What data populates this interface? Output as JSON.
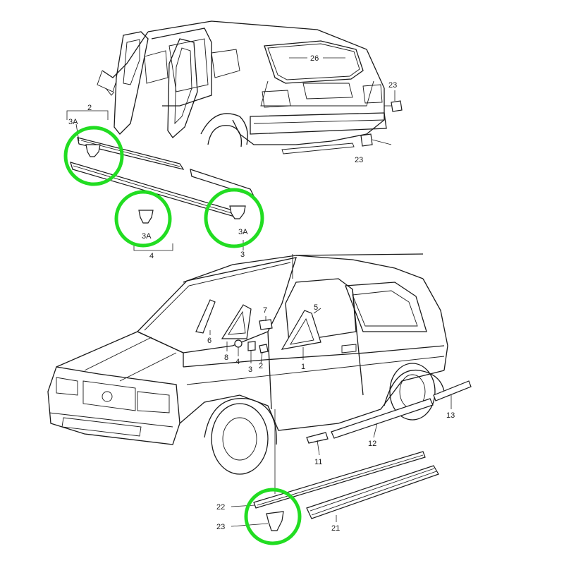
{
  "highlight_color": "#22dd22",
  "labels": {
    "top": {
      "2": "2",
      "3": "3",
      "4": "4",
      "3A_left": "3A",
      "3A_middle": "3A",
      "3A_right": "3A",
      "23_upper": "23",
      "23_lower": "23",
      "26": "26"
    },
    "bottom": {
      "1": "1",
      "2": "2",
      "3": "3",
      "4": "4",
      "5": "5",
      "6": "6",
      "7": "7",
      "8": "8",
      "11": "11",
      "12": "12",
      "13": "13",
      "21": "21",
      "22": "22",
      "23": "23"
    }
  }
}
